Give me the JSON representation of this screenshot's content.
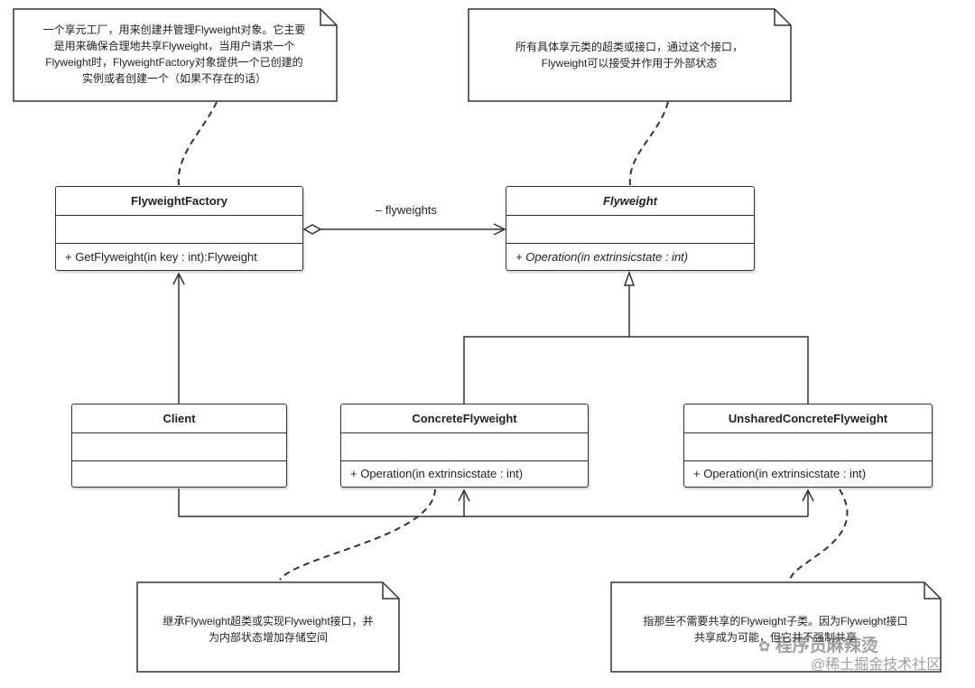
{
  "notes": {
    "factory_note": [
      "一个享元工厂，用来创建并管理Flyweight对象。它主要",
      "是用来确保合理地共享Flyweight，当用户请求一个",
      "Flyweight时，FlyweightFactory对象提供一个已创建的",
      "实例或者创建一个（如果不存在的话）"
    ],
    "flyweight_note": [
      "所有具体享元类的超类或接口，通过这个接口，",
      "Flyweight可以接受并作用于外部状态"
    ],
    "concrete_note": [
      "继承Flyweight超类或实现Flyweight接口，并",
      "为内部状态增加存储空间"
    ],
    "unshared_note": [
      "指那些不需要共享的Flyweight子类。因为Flyweight接口",
      "共享成为可能，但它并不强制共享"
    ]
  },
  "classes": {
    "factory": {
      "name": "FlyweightFactory",
      "operation": "+ GetFlyweight(in key : int):Flyweight"
    },
    "flyweight": {
      "name": "Flyweight",
      "operation": "+ Operation(in extrinsicstate : int)"
    },
    "client": {
      "name": "Client"
    },
    "concrete": {
      "name": "ConcreteFlyweight",
      "operation": "+ Operation(in extrinsicstate : int)"
    },
    "unshared": {
      "name": "UnsharedConcreteFlyweight",
      "operation": "+ Operation(in extrinsicstate : int)"
    }
  },
  "association_label": "– flyweights",
  "watermark": {
    "line1": "程序员麻辣烫",
    "line2": "@稀土掘金技术社区"
  },
  "colors": {
    "stroke": "#333333",
    "background": "#ffffff"
  }
}
